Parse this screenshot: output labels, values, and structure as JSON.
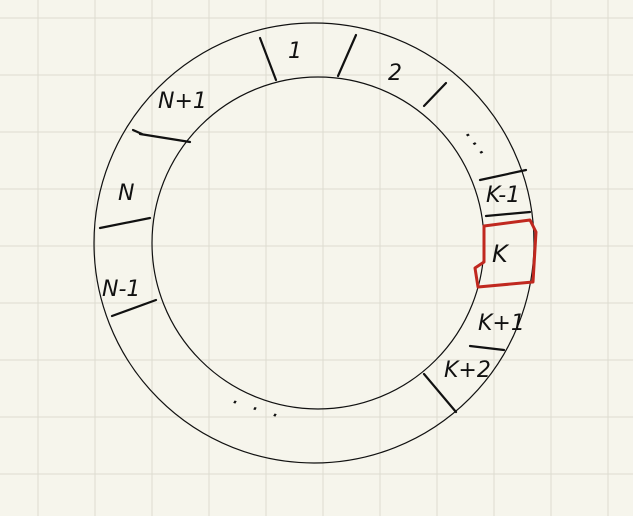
{
  "colors": {
    "background": "#f6f5ec",
    "grid": "#dddcd0",
    "ink": "#111111",
    "highlight": "#c0281f"
  },
  "ring_labels": {
    "slot_1": "1",
    "slot_2": "2",
    "slot_k_minus_1": "K-1",
    "slot_k": "K",
    "slot_k_plus_1": "K+1",
    "slot_k_plus_2": "K+2",
    "slot_n_minus_1": "N-1",
    "slot_n": "N",
    "slot_n_plus_1": "N+1"
  },
  "ellipsis": {
    "upper_right": "...",
    "bottom": "..."
  }
}
